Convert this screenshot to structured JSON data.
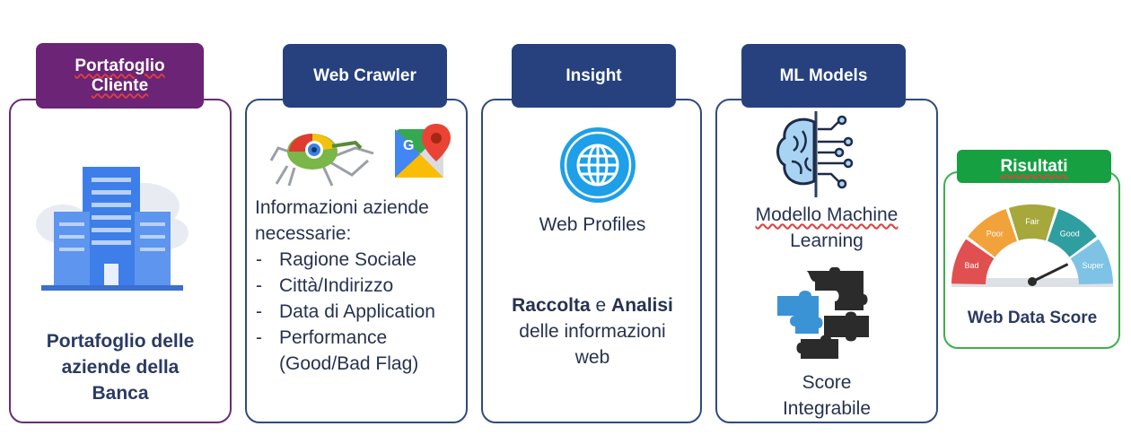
{
  "columns": [
    {
      "tab": "Portafoglio Cliente",
      "tab_lines": [
        "Portafoglio",
        "Cliente"
      ],
      "icon": "office-building-icon",
      "description_lines": [
        "Portafoglio delle",
        "aziende della",
        "Banca"
      ]
    },
    {
      "tab": "Web Crawler",
      "icons": [
        "spider-robot-icon",
        "google-maps-icon"
      ],
      "intro_lines": [
        "Informazioni aziende",
        "necessarie:"
      ],
      "items": [
        "Ragione Sociale",
        "Città/Indirizzo",
        "Data di Application",
        "Performance"
      ],
      "last_item_extra": "(Good/Bad Flag)"
    },
    {
      "tab": "Insight",
      "icon": "globe-icon",
      "subtitle": "Web Profiles",
      "raccolta": "Raccolta",
      "e": "e",
      "analisi": "Analisi",
      "rest_lines": [
        "delle informazioni",
        "web"
      ]
    },
    {
      "tab": "ML Models",
      "icons": [
        "brain-circuit-icon",
        "puzzle-icon"
      ],
      "model_lines": [
        "Modello Machine",
        "Learning"
      ],
      "score_lines": [
        "Score",
        "Integrabile"
      ]
    },
    {
      "tab": "Risultati",
      "icon": "gauge-meter-icon",
      "gauge_labels": [
        "Bad",
        "Poor",
        "Fair",
        "Good",
        "Super"
      ],
      "gauge_colors": [
        "#e05050",
        "#f2a23a",
        "#a7a83b",
        "#2f9ea0",
        "#7ec3e6"
      ],
      "result": "Web Data Score"
    }
  ]
}
